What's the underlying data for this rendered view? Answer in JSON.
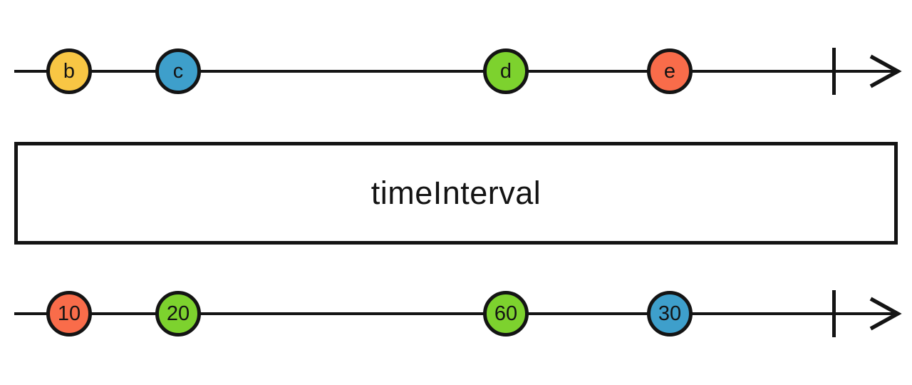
{
  "diagram": {
    "stroke_color": "#141414",
    "source_timeline": {
      "marbles": [
        {
          "label": "b",
          "color": "#f8c644"
        },
        {
          "label": "c",
          "color": "#3e9fcb"
        },
        {
          "label": "d",
          "color": "#7dd22e"
        },
        {
          "label": "e",
          "color": "#f96c4a"
        }
      ],
      "complete": true
    },
    "operator": {
      "label": "timeInterval"
    },
    "output_timeline": {
      "marbles": [
        {
          "label": "10",
          "color": "#f96c4a"
        },
        {
          "label": "20",
          "color": "#7dd22e"
        },
        {
          "label": "60",
          "color": "#7dd22e"
        },
        {
          "label": "30",
          "color": "#3e9fcb"
        }
      ],
      "complete": true
    }
  }
}
